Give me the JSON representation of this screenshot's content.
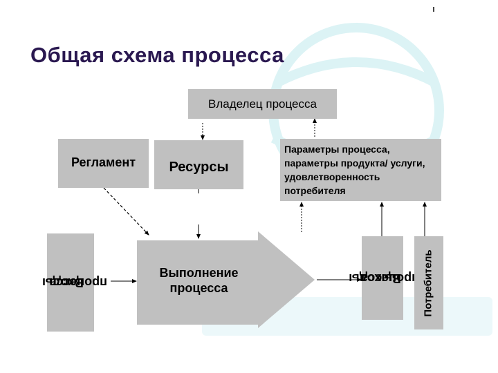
{
  "title": "Общая схема процесса",
  "boxes": {
    "owner": "Владелец процесса",
    "regulation": "Регламент",
    "resources": "Ресурсы",
    "parameters": "Параметры процесса, параметры продукта/ услуги, удовлетворенность потребителя",
    "inputs_line1": "Входы",
    "inputs_line2": "процесса",
    "execution_line1": "Выполнение",
    "execution_line2": "процесса",
    "outputs_line1": "Выходы",
    "outputs_line2": "процесса",
    "consumer": "Потребитель"
  },
  "colors": {
    "box_fill": "#c0c0c0",
    "title": "#2a1850",
    "watermark": "#d9f2f4"
  }
}
